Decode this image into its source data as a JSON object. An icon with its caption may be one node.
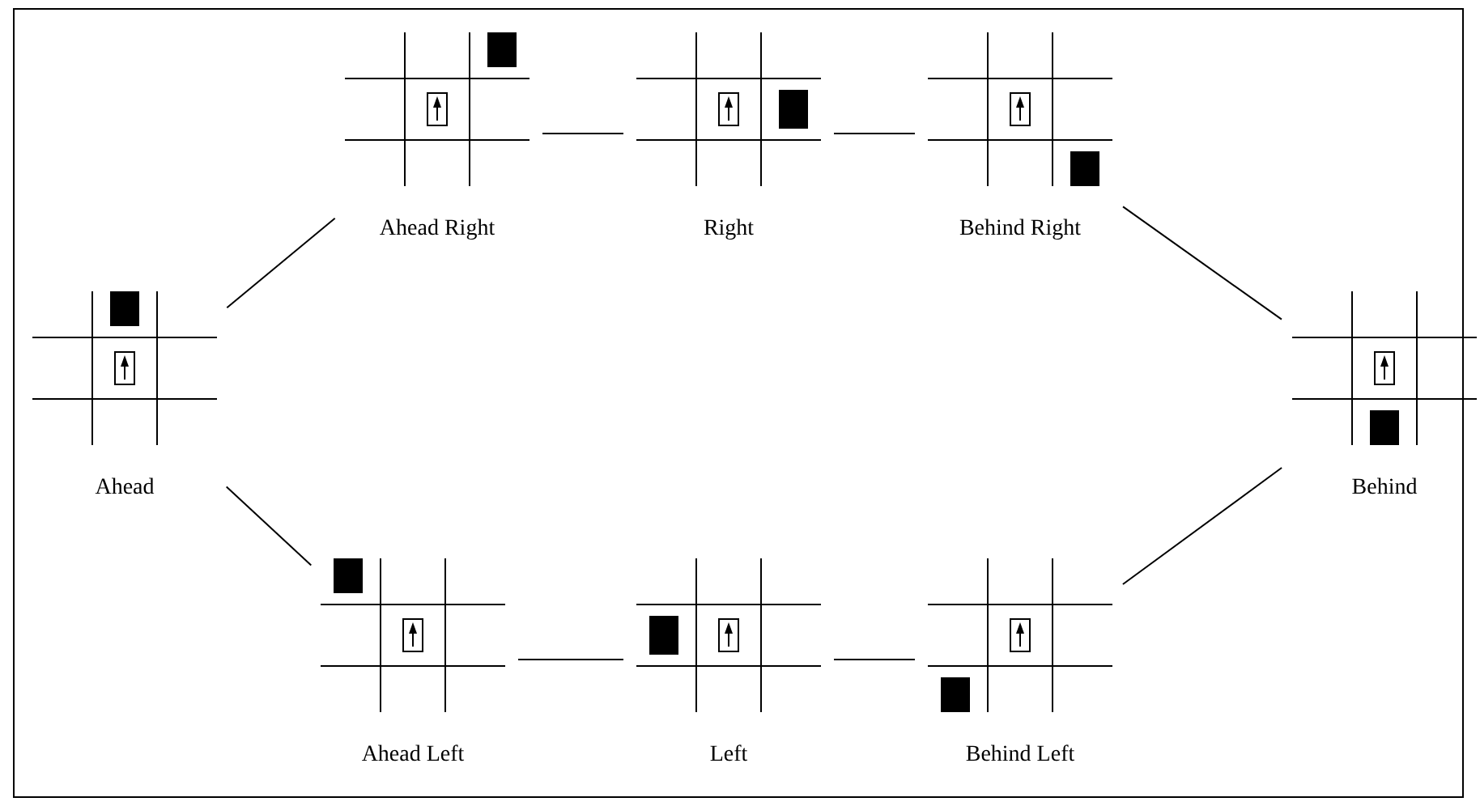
{
  "diagram": {
    "nodes": [
      {
        "text": [
          "Ahead Right"
        ]
      },
      {
        "text": [
          "Right"
        ]
      },
      {
        "text": [
          "Behind Right"
        ]
      },
      {
        "text": [
          "Ahead"
        ]
      },
      {
        "text": [
          "Behind"
        ]
      },
      {
        "text": [
          "Ahead Left"
        ]
      },
      {
        "text": [
          "Left"
        ]
      },
      {
        "text": [
          "Behind Left"
        ]
      }
    ],
    "edges": [
      {
        "from": 3,
        "to": 0,
        "arrow": "none"
      },
      {
        "from": 0,
        "to": 1,
        "arrow": "none"
      },
      {
        "from": 1,
        "to": 2,
        "arrow": "none"
      },
      {
        "from": 2,
        "to": 4,
        "arrow": "none"
      },
      {
        "from": 3,
        "to": 5,
        "arrow": "none"
      },
      {
        "from": 5,
        "to": 6,
        "arrow": "none"
      },
      {
        "from": 6,
        "to": 7,
        "arrow": "none"
      },
      {
        "from": 7,
        "to": 4,
        "arrow": "none"
      }
    ]
  }
}
